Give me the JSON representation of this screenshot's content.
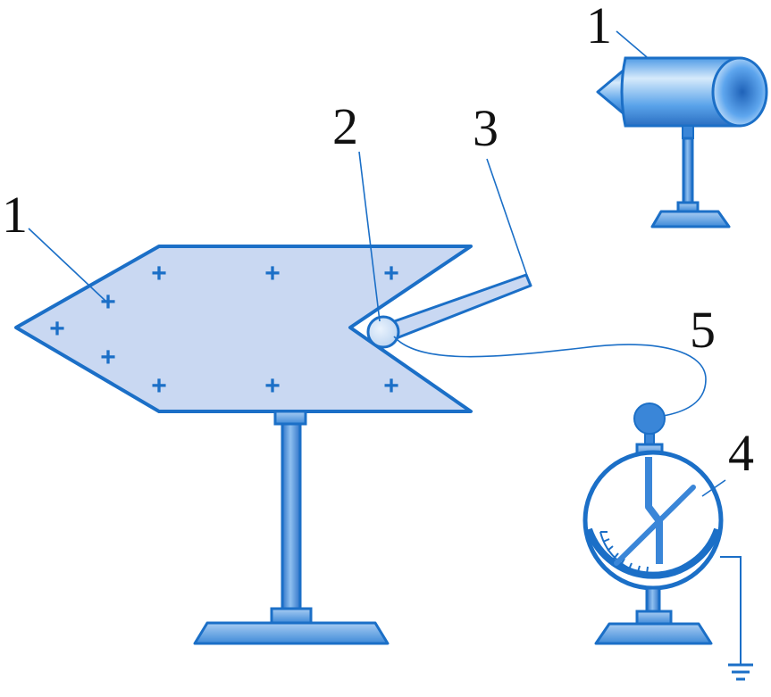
{
  "labels": {
    "conductor": "1",
    "sphere": "2",
    "rod": "3",
    "electroscope": "4",
    "wire": "5",
    "conductor_small": "1"
  },
  "charge_symbol": "+",
  "colors": {
    "outline": "#1b6fc7",
    "fill": "#c9d8f2",
    "metal": "#3a86d8"
  }
}
